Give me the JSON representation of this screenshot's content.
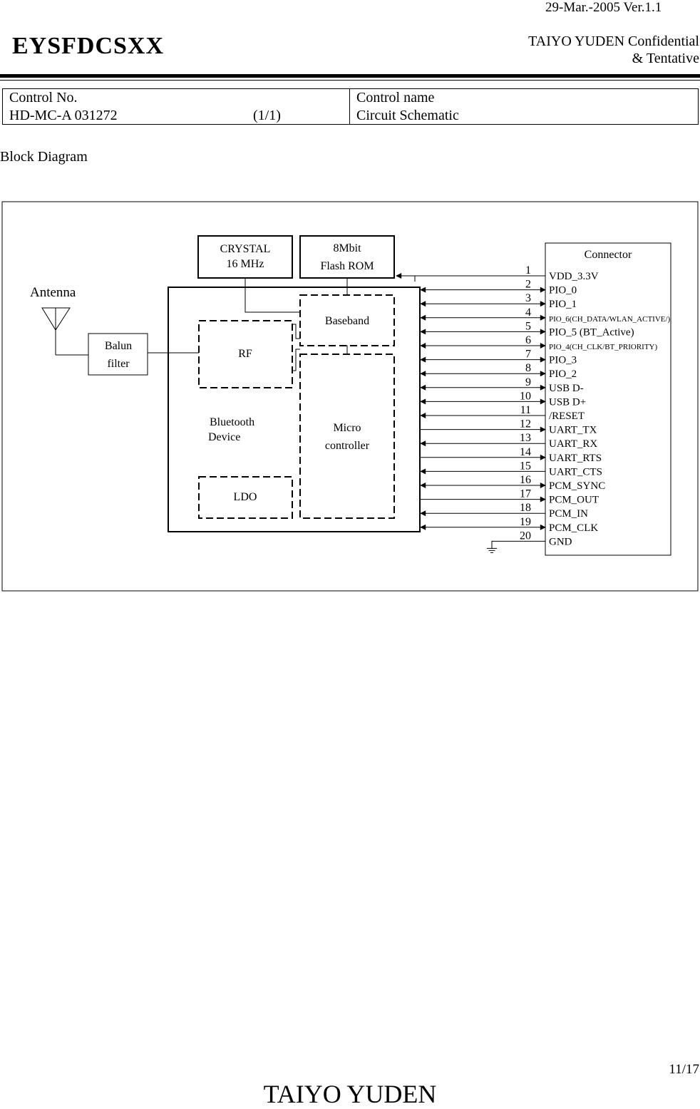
{
  "header": {
    "date_version": "29-Mar.-2005    Ver.1.1",
    "doc_code": "EYSFDCSXX",
    "confidential_line1": "TAIYO YUDEN Confidential",
    "confidential_line2": "& Tentative"
  },
  "control": {
    "no_label": "Control No.",
    "no_value": "HD-MC-A 031272",
    "page_fraction": "(1/1)",
    "name_label": "Control name",
    "name_value": "Circuit Schematic"
  },
  "section_title": "Block Diagram",
  "diagram": {
    "antenna": "Antenna",
    "balun_line1": "Balun",
    "balun_line2": "filter",
    "crystal_line1": "CRYSTAL",
    "crystal_line2": "16 MHz",
    "flash_line1": "8Mbit",
    "flash_line2": "Flash ROM",
    "baseband": "Baseband",
    "rf": "RF",
    "bt_line1": "Bluetooth",
    "bt_line2": "Device",
    "micro_line1": "Micro",
    "micro_line2": "controller",
    "ldo": "LDO",
    "connector_title": "Connector",
    "pins": [
      {
        "num": "1",
        "name": "VDD_3.3V",
        "dir": "in"
      },
      {
        "num": "2",
        "name": "PIO_0",
        "dir": "bi"
      },
      {
        "num": "3",
        "name": "PIO_1",
        "dir": "bi"
      },
      {
        "num": "4",
        "name": "PIO_6(CH_DATA/WLAN_ACTIVE/)",
        "dir": "bi"
      },
      {
        "num": "5",
        "name": "PIO_5 (BT_Active)",
        "dir": "bi"
      },
      {
        "num": "6",
        "name": "PIO_4(CH_CLK/BT_PRIORITY)",
        "dir": "bi"
      },
      {
        "num": "7",
        "name": "PIO_3",
        "dir": "bi"
      },
      {
        "num": "8",
        "name": "PIO_2",
        "dir": "bi"
      },
      {
        "num": "9",
        "name": "USB D-",
        "dir": "bi"
      },
      {
        "num": "10",
        "name": "USB D+",
        "dir": "bi"
      },
      {
        "num": "11",
        "name": "/RESET",
        "dir": "in"
      },
      {
        "num": "12",
        "name": "UART_TX",
        "dir": "out"
      },
      {
        "num": "13",
        "name": "UART_RX",
        "dir": "in"
      },
      {
        "num": "14",
        "name": "UART_RTS",
        "dir": "out"
      },
      {
        "num": "15",
        "name": "UART_CTS",
        "dir": "in"
      },
      {
        "num": "16",
        "name": "PCM_SYNC",
        "dir": "bi"
      },
      {
        "num": "17",
        "name": "PCM_OUT",
        "dir": "out"
      },
      {
        "num": "18",
        "name": "PCM_IN",
        "dir": "in"
      },
      {
        "num": "19",
        "name": "PCM_CLK",
        "dir": "bi"
      },
      {
        "num": "20",
        "name": "GND",
        "dir": "gnd"
      }
    ]
  },
  "footer": {
    "page_number": "11/17",
    "brand": "TAIYO YUDEN"
  }
}
